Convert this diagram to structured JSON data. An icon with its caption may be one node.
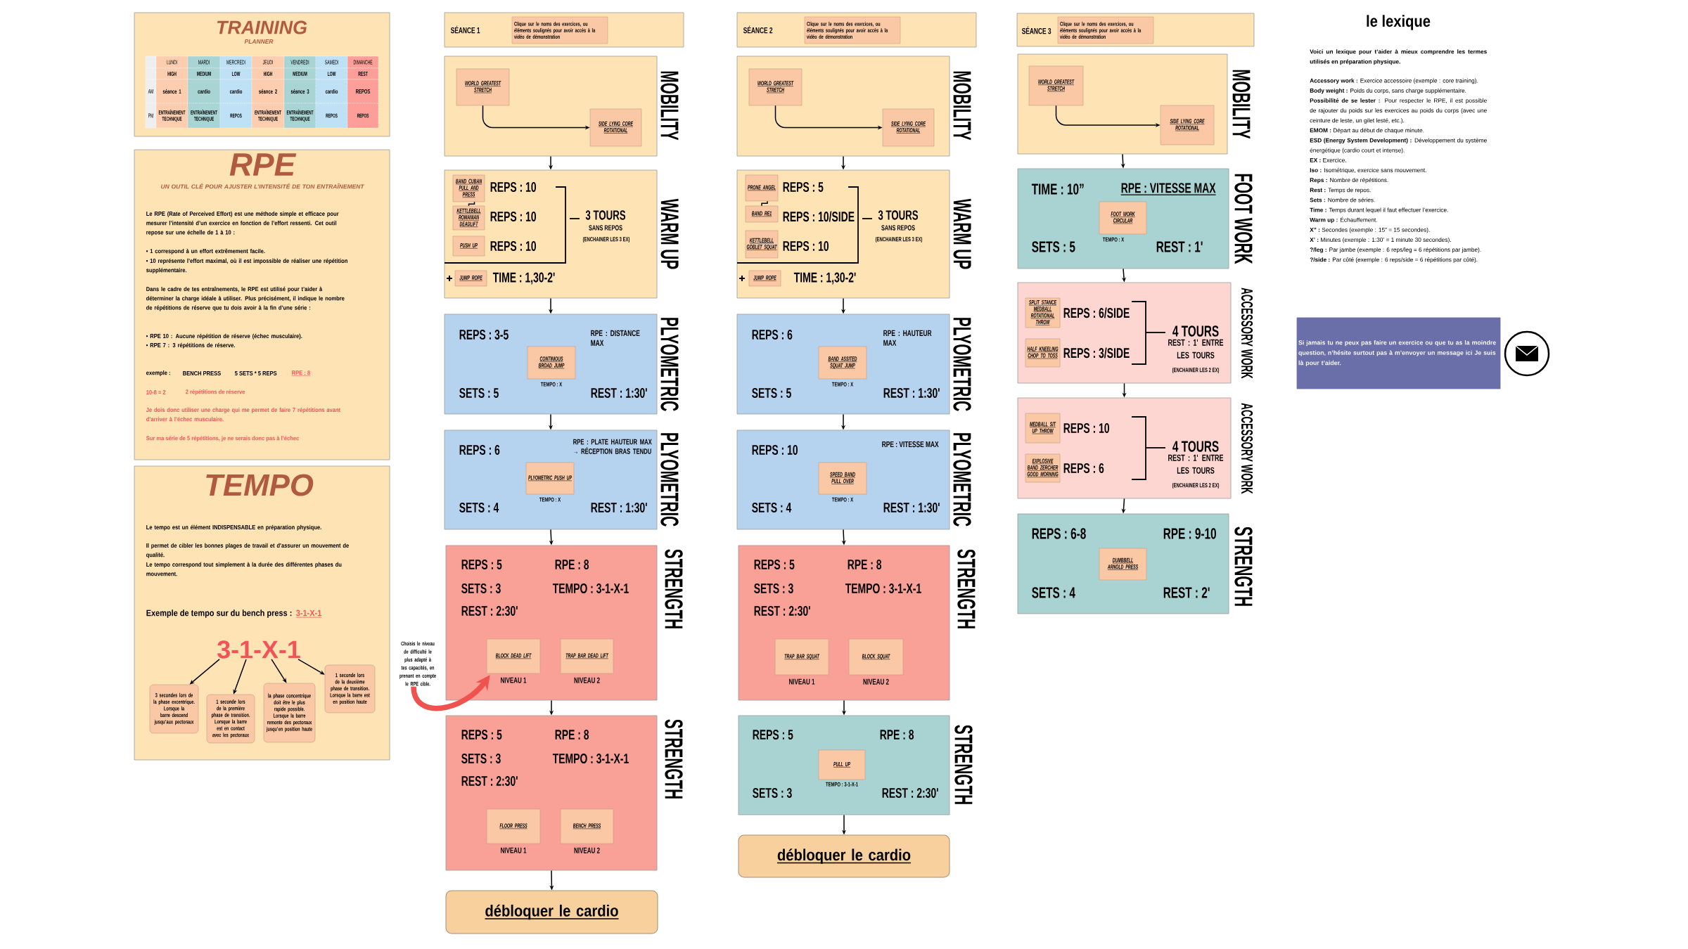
{
  "diagram": {
    "nodes": [
      {
        "text": [
          "TRAINING",
          "PLANNER"
        ]
      },
      {
        "text": [
          "RPE",
          "UN OUTIL CLÉ POUR AJUSTER L’INTENSITÉ DE TON ENTRAÎNEMENT",
          "Le RPE (Rate of Perceived Effort) est une méthode simple et efficace pour mesurer l’intensité d’un exercice en fonction de l’effort ressenti. Cet outil repose sur une échelle de 1 à 10 :",
          "• 1 correspond à un effort extrêmement facile.",
          "• 10 représente l’effort maximal, où il est impossible de réaliser une répétition supplémentaire.",
          "Dans le cadre de tes entraînements, le RPE est utilisé pour t’aider à déterminer la charge idéale à utiliser. Plus précisément, il indique le nombre de répétitions de réserve que tu dois avoir à la fin d’une série :",
          "• RPE 10 : Aucune répétition de réserve (échec musculaire).",
          "• RPE 7 : 3 répétitions de réserve.",
          "exemple :",
          "BENCH PRESS",
          "5 SETS * 5 REPS",
          "RPE : 8",
          "10-8 = 2",
          "2 répétitions de réserve",
          "Je dois donc utiliser une charge qui me permet de faire 7 répétitions avant d’arriver à l’échec musculaire.",
          "Sur ma série de 5 répétitions, je ne serais donc pas à l’échec"
        ]
      },
      {
        "text": [
          "TEMPO",
          "Le tempo est un élément INDISPENSABLE en préparation physique.",
          "Il permet de cibler les bonnes plages de travail et d'assurer un mouvement de qualité.",
          "Le tempo correspond tout simplement à la durée des différentes phases du mouvement.",
          "Exemple de tempo sur du bench press :",
          "3-1-X-1"
        ]
      },
      {
        "text": [
          "3-1-X-1"
        ],
        "in": 2
      },
      {
        "text": [
          "3 secondes lors de la phase excentrique.",
          "Lorsque la barre descend jusqu'aux pectoraux"
        ],
        "in": 2
      },
      {
        "text": [
          "1 seconde lors de la première phase de transition.",
          "Lorsque la barre est en contact avec les pectoraux"
        ],
        "in": 2
      },
      {
        "text": [
          "la phase concentrique doit être le plus rapide possible.",
          "Lorsque la barre remonte des pectoraux jusqu'en position haute"
        ],
        "in": 2
      },
      {
        "text": [
          "1 seconde lors de la deuxième phase de transition.",
          "Lorsque la barre est en position haute"
        ],
        "in": 2
      },
      {
        "text": [
          "SÉANCE 1"
        ]
      },
      {
        "text": [
          "Clique sur le noms des exercices, ou éléments soulignés pour avoir accès à la vidéo de démonstration"
        ],
        "in": 8
      },
      {
        "text": [
          "MOBILITY"
        ]
      },
      {
        "text": [
          "WORLD GREATEST STRETCH"
        ],
        "in": 10
      },
      {
        "text": [
          "SIDE LYING CORE ROTATIONAL"
        ],
        "in": 10
      },
      {
        "text": [
          "WARM UP",
          "REPS : 10",
          "REPS : 10",
          "REPS : 10",
          "3 TOURS",
          "SANS REPOS",
          "(ENCHAINER LES 3 EX)"
        ]
      },
      {
        "text": [
          "BAND CUBAN PULL AND PRESS"
        ],
        "in": 13
      },
      {
        "text": [
          "KETTLEBELL ROMANIAN DEADLIFT"
        ],
        "in": 13
      },
      {
        "text": [
          "PUSH UP"
        ],
        "in": 13
      },
      {
        "text": [
          "JUMP ROPE"
        ],
        "in": 13,
        "beside": [
          "TIME : 1,30-2'"
        ]
      },
      {
        "text": [
          "PLYOMETRIC",
          "REPS : 3-5",
          "RPE : DISTANCE MAX",
          "SETS : 5",
          "REST : 1:30'"
        ]
      },
      {
        "text": [
          "CONTINIOUS BROAD JUMP"
        ],
        "in": 18,
        "beside": [
          "TEMPO : X"
        ]
      },
      {
        "text": [
          "PLYOMETRIC",
          "REPS : 6",
          "RPE : PLATE HAUTEUR MAX → RÉCEPTION BRAS TENDU",
          "SETS : 4",
          "REST : 1:30'"
        ]
      },
      {
        "text": [
          "PLYOMETRIC PUSH UP"
        ],
        "in": 20,
        "beside": [
          "TEMPO : X"
        ]
      },
      {
        "text": [
          "STRENGTH",
          "REPS : 5",
          "RPE : 8",
          "SETS : 3",
          "TEMPO : 3-1-X-1",
          "REST : 2:30'"
        ]
      },
      {
        "text": [
          "BLOCK DEAD LIFT"
        ],
        "in": 22,
        "beside": [
          "NIVEAU 1"
        ]
      },
      {
        "text": [
          "TRAP BAR DEAD LIFT"
        ],
        "in": 22,
        "beside": [
          "NIVEAU 2"
        ]
      },
      {
        "text": [
          "STRENGTH",
          "REPS : 5",
          "RPE : 8",
          "SETS : 3",
          "TEMPO : 3-1-X-1",
          "REST : 2:30'"
        ]
      },
      {
        "text": [
          "FLOOR PRESS"
        ],
        "in": 25,
        "beside": [
          "NIVEAU 1"
        ]
      },
      {
        "text": [
          "BENCH PRESS"
        ],
        "in": 25,
        "beside": [
          "NIVEAU 2"
        ]
      },
      {
        "text": [
          "débloquer le cardio"
        ]
      },
      {
        "text": [
          "Choisis le niveau de difficulté le plus adapté à tes capacités, en prenant en compte le RPE cible."
        ]
      },
      {
        "text": [
          "SÉANCE 2"
        ]
      },
      {
        "text": [
          "Clique sur le noms des exercices, ou éléments soulignés pour avoir accès à la vidéo de démonstration"
        ],
        "in": 30
      },
      {
        "text": [
          "MOBILITY"
        ]
      },
      {
        "text": [
          "WORLD GREATEST STRETCH"
        ],
        "in": 32
      },
      {
        "text": [
          "SIDE LYING CORE ROTATIONAL"
        ],
        "in": 32
      },
      {
        "text": [
          "WARM UP",
          "REPS : 5",
          "REPS : 10/SIDE",
          "REPS : 10",
          "3 TOURS",
          "SANS REPOS",
          "(ENCHAINER LES 3 EX)"
        ]
      },
      {
        "text": [
          "PRONE ANGEL"
        ],
        "in": 35
      },
      {
        "text": [
          "BAND RE1"
        ],
        "in": 35
      },
      {
        "text": [
          "KETTLEBELL GOBLET SQUAT"
        ],
        "in": 35
      },
      {
        "text": [
          "JUMP ROPE"
        ],
        "in": 35,
        "beside": [
          "TIME : 1,30-2'"
        ]
      },
      {
        "text": [
          "PLYOMETRIC",
          "REPS : 6",
          "RPE : HAUTEUR MAX",
          "SETS : 5",
          "REST : 1:30'"
        ]
      },
      {
        "text": [
          "BAND ASSITED SQUAT JUMP"
        ],
        "in": 40,
        "beside": [
          "TEMPO : X"
        ]
      },
      {
        "text": [
          "PLYOMETRIC",
          "REPS : 10",
          "RPE : VITESSE MAX",
          "SETS : 4",
          "REST : 1:30'"
        ]
      },
      {
        "text": [
          "SPEED BAND PULL OVER"
        ],
        "in": 42,
        "beside": [
          "TEMPO : X"
        ]
      },
      {
        "text": [
          "STRENGTH",
          "REPS : 5",
          "RPE : 8",
          "SETS : 3",
          "TEMPO : 3-1-X-1",
          "REST : 2:30'"
        ]
      },
      {
        "text": [
          "TRAP BAR SQUAT"
        ],
        "in": 44,
        "beside": [
          "NIVEAU 1"
        ]
      },
      {
        "text": [
          "BLOCK SQUAT"
        ],
        "in": 44,
        "beside": [
          "NIVEAU 2"
        ]
      },
      {
        "text": [
          "STRENGTH",
          "REPS : 5",
          "RPE : 8",
          "SETS : 3",
          "REST : 2:30'"
        ]
      },
      {
        "text": [
          "PULL UP"
        ],
        "in": 47,
        "beside": [
          "TEMPO : 3-1-X-1"
        ]
      },
      {
        "text": [
          "débloquer le cardio"
        ]
      },
      {
        "text": [
          "SÉANCE 3"
        ]
      },
      {
        "text": [
          "Clique sur le noms des exercices, ou éléments soulignés pour avoir accès à la vidéo de démonstration"
        ],
        "in": 50
      },
      {
        "text": [
          "MOBILITY"
        ]
      },
      {
        "text": [
          "WORLD GREATEST STRETCH"
        ],
        "in": 52
      },
      {
        "text": [
          "SIDE LYING CORE ROTATIONAL"
        ],
        "in": 52
      },
      {
        "text": [
          "FOOT WORK",
          "TIME : 10”",
          "RPE : VITESSE MAX",
          "SETS : 5",
          "REST : 1'"
        ]
      },
      {
        "text": [
          "FOOT WORK CIRCULAR"
        ],
        "in": 55,
        "beside": [
          "TEMPO : X"
        ]
      },
      {
        "text": [
          "ACCESSORY WORK",
          "REPS : 6/SIDE",
          "REPS : 3/SIDE",
          "4 TOURS",
          "REST : 1' ENTRE LES TOURS",
          "(ENCHAINER LES 2 EX)"
        ]
      },
      {
        "text": [
          "SPLIT STANCE MEDBALL ROTATIONAL THROW"
        ],
        "in": 57
      },
      {
        "text": [
          "HALF KNEELING CHOP TO TOSS"
        ],
        "in": 57
      },
      {
        "text": [
          "ACCESSORY WORK",
          "REPS : 10",
          "REPS : 6",
          "4 TOURS",
          "REST : 1' ENTRE LES TOURS",
          "(ENCHAINER LES 2 EX)"
        ]
      },
      {
        "text": [
          "MEDBALL SIT UP THROW"
        ],
        "in": 60
      },
      {
        "text": [
          "EXPLOSIVE BAND ZERCHER GOOD MORNING"
        ],
        "in": 60
      },
      {
        "text": [
          "STRENGTH",
          "REPS : 6-8",
          "RPE : 9-10",
          "SETS : 4",
          "REST : 2'"
        ]
      },
      {
        "text": [
          "DUMBBELL ARNOLD PRESS"
        ],
        "in": 63
      },
      {
        "text": [
          "Si jamais tu ne peux pas faire un exercice ou que tu as la moindre question, n’hésite surtout pas à m’envoyer un message ici Je suis là pour t’aider."
        ]
      }
    ],
    "edges": [
      {
        "from": 3,
        "to": 4,
        "arrow": "to"
      },
      {
        "from": 3,
        "to": 5,
        "arrow": "to"
      },
      {
        "from": 3,
        "to": 6,
        "arrow": "to"
      },
      {
        "from": 3,
        "to": 7,
        "arrow": "to"
      },
      {
        "from": 11,
        "to": 12,
        "arrow": "to"
      },
      {
        "from": 14,
        "to": 15,
        "arrow": "none"
      },
      {
        "from": 10,
        "to": 13,
        "arrow": "to"
      },
      {
        "from": 13,
        "to": 18,
        "arrow": "to"
      },
      {
        "from": 18,
        "to": 20,
        "arrow": "to"
      },
      {
        "from": 20,
        "to": 22,
        "arrow": "to"
      },
      {
        "from": 22,
        "to": 25,
        "arrow": "to"
      },
      {
        "from": 25,
        "to": 28,
        "arrow": "to"
      },
      {
        "from": 29,
        "to": 23,
        "arrow": "to",
        "style": "thick",
        "color": "#f0524f"
      },
      {
        "from": 33,
        "to": 34,
        "arrow": "to"
      },
      {
        "from": 36,
        "to": 37,
        "arrow": "none"
      },
      {
        "from": 32,
        "to": 35,
        "arrow": "to"
      },
      {
        "from": 35,
        "to": 40,
        "arrow": "to"
      },
      {
        "from": 40,
        "to": 42,
        "arrow": "to"
      },
      {
        "from": 42,
        "to": 44,
        "arrow": "to"
      },
      {
        "from": 44,
        "to": 47,
        "arrow": "to"
      },
      {
        "from": 47,
        "to": 49,
        "arrow": "to"
      },
      {
        "from": 53,
        "to": 54,
        "arrow": "to"
      },
      {
        "from": 52,
        "to": 55,
        "arrow": "to"
      },
      {
        "from": 55,
        "to": 57,
        "arrow": "to"
      },
      {
        "from": 57,
        "to": 60,
        "arrow": "to"
      },
      {
        "from": 60,
        "to": 63,
        "arrow": "to"
      }
    ],
    "labels": [
      "LUNDI",
      "MARDI",
      "MERCREDI",
      "JEUDI",
      "VENDREDI",
      "SAMEDI",
      "DIMANCHE",
      "HIGH",
      "MEDIUM",
      "LOW",
      "HIGH",
      "MEDIUM",
      "LOW",
      "REST",
      "AM",
      "séance 1",
      "cardio",
      "cardio",
      "séance 2",
      "séance 3",
      "cardio",
      "REPOS",
      "PM",
      "ENTRAÎNEMENT TECHNIQUE",
      "ENTRAÎNEMENT TECHNIQUE",
      "REPOS",
      "ENTRAÎNEMENT TECHNIQUE",
      "ENTRAÎNEMENT TECHNIQUE",
      "REPOS",
      "REPOS",
      "le lexique",
      "Voici un lexique pour t’aider à mieux comprendre les termes utilisés en préparation physique.",
      "**Accessory work :** Exercice accessoire (exemple : core training).",
      "**Body weight :** Poids du corps, sans charge supplémentaire.",
      "**Possibilité de se lester :** Pour respecter le RPE, il est possible de rajouter du poids sur les exercices au poids du corps (avec une ceinture de leste, un gilet lesté, etc.).",
      "**EMOM :** Départ au début de chaque minute.",
      "**ESD (Energy System Development) :** Développement du système énergétique (cardio court et intense).",
      "**EX :** Exercice.",
      "**Iso :** Isométrique, exercice sans mouvement.",
      "**Reps :** Nombre de répétitions.",
      "**Rest :** Temps de repos.",
      "**Sets :** Nombre de séries.",
      "**Time :** Temps durant lequel il faut effectuer l’exercice.",
      "**Warm up :** Échauffement.",
      "**X” :** Secondes (exemple : 15” = 15 secondes).",
      "**X’ :** Minutes (exemple : 1:30’ = 1 minute 30 secondes).",
      "**?/leg :** Par jambe (exemple : 6 reps/leg = 6 répétitions par jambe).",
      "**?/side :** Par côté (exemple : 6 reps/side = 6 répétitions par côté)."
    ]
  }
}
